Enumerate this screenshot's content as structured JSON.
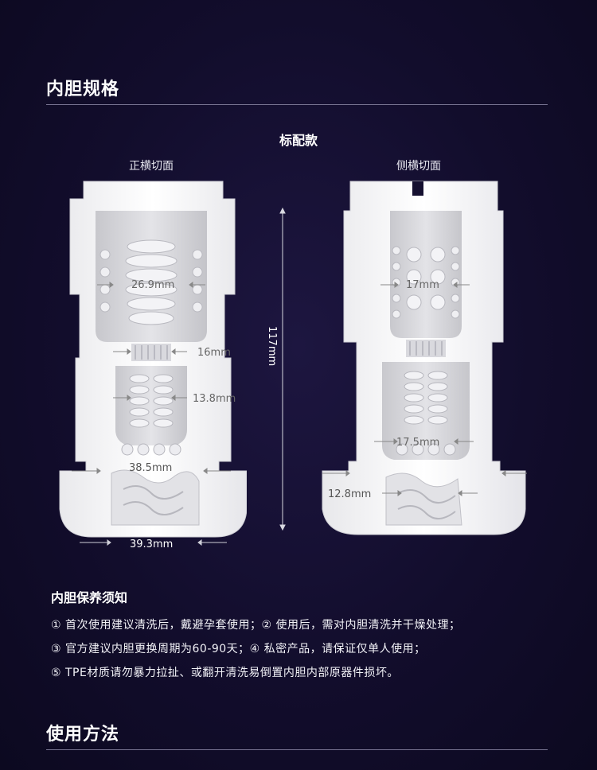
{
  "spec_section": {
    "title": "内胆规格"
  },
  "standard": {
    "label": "标配款",
    "front_label": "正横切面",
    "side_label": "侧横切面"
  },
  "front_dims": {
    "top_chamber": "26.9mm",
    "neck": "16mm",
    "mid_chamber": "13.8mm",
    "lower_chamber": "38.5mm",
    "base_width": "39.3mm"
  },
  "height_dim": "117mm",
  "side_dims": {
    "top_chamber": "17mm",
    "mid_chamber": "17.5mm",
    "base": "12.8mm"
  },
  "care": {
    "title": "内胆保养须知",
    "lines": [
      "① 首次使用建议清洗后，戴避孕套使用；② 使用后，需对内胆清洗并干燥处理；",
      "③ 官方建议内胆更换周期为60-90天；④ 私密产品，请保证仅单人使用；",
      "⑤ TPE材质请勿暴力拉扯、或翻开清洗易倒置内胆内部原器件损坏。"
    ]
  },
  "usage_section": {
    "title": "使用方法"
  }
}
